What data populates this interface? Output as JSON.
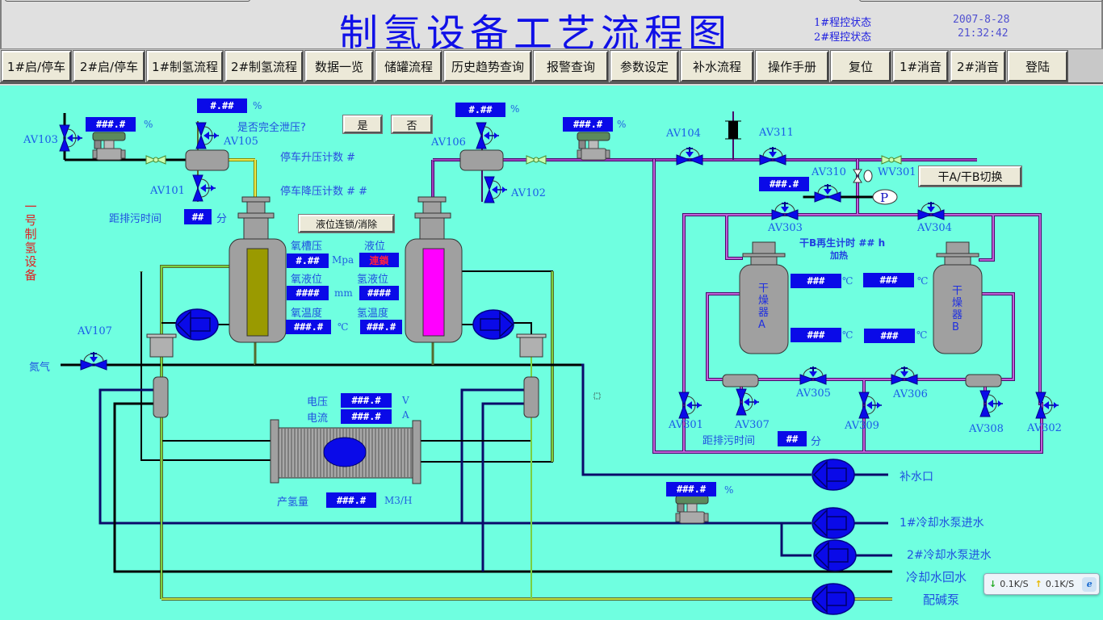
{
  "header": {
    "title": "制氢设备工艺流程图",
    "status_1": "1#程控状态",
    "status_2": "2#程控状态",
    "date": "2007-8-28",
    "time": "21:32:42"
  },
  "nav": [
    {
      "label": "1#启/停车"
    },
    {
      "label": "2#启/停车"
    },
    {
      "label": "1#制氢流程"
    },
    {
      "label": "2#制氢流程"
    },
    {
      "label": "数据一览"
    },
    {
      "label": "储罐流程"
    },
    {
      "label": "历史趋势查询"
    },
    {
      "label": "报警查询"
    },
    {
      "label": "参数设定"
    },
    {
      "label": "补水流程"
    },
    {
      "label": "操作手册"
    },
    {
      "label": "复位"
    },
    {
      "label": "1#消音"
    },
    {
      "label": "2#消音"
    },
    {
      "label": "登陆"
    }
  ],
  "process": {
    "equipment_label": "一号制氢设备",
    "valves": {
      "av103": "AV103",
      "av105": "AV105",
      "av101": "AV101",
      "av106": "AV106",
      "av102": "AV102",
      "av104": "AV104",
      "av311": "AV311",
      "av310": "AV310",
      "wv301": "WV301",
      "av303": "AV303",
      "av304": "AV304",
      "av107": "AV107",
      "av301": "AV301",
      "av307": "AV307",
      "av305": "AV305",
      "av309": "AV309",
      "av306": "AV306",
      "av308": "AV308",
      "av302": "AV302"
    },
    "displays": {
      "valve_left_pct": "###.#",
      "o2_sep_pct": "#.##",
      "h2_sep_pct": "#.##",
      "valve_right_pct": "###.#",
      "dryer_pressure": "###.#",
      "drain_time_left": "##",
      "tank_pressure": "#.##",
      "level_status": "連鎖",
      "o2_level": "####",
      "h2_level": "####",
      "o2_temp": "###.#",
      "h2_temp": "###.#",
      "voltage": "###.#",
      "current": "###.#",
      "h2_output": "###.#",
      "dryer_a_temp_top": "###",
      "dryer_b_temp_top": "###",
      "dryer_a_temp_bot": "###",
      "dryer_b_temp_bot": "###",
      "drain_time_right": "##",
      "cooling_valve_pct": "###.#"
    },
    "units": {
      "pct": "%",
      "mpa": "Mpa",
      "mm": "mm",
      "celsius": "℃",
      "volt": "V",
      "amp": "A",
      "flow": "M3/H",
      "minute": "分"
    },
    "labels": {
      "full_release_q": "是否完全泄压?",
      "yes": "是",
      "no": "否",
      "stop_pressurize_count": "停车升压计数 #",
      "stop_depressurize_count": "停车降压计数 # #",
      "level_interlock_clear": "液位连锁/消除",
      "drain_time": "距排污时间",
      "tank_pressure_label": "氧槽压",
      "level_label": "液位",
      "o2_level_label": "氧液位",
      "h2_level_label": "氢液位",
      "o2_temp_label": "氧温度",
      "h2_temp_label": "氢温度",
      "nitrogen": "氮气",
      "voltage_label": "电压",
      "current_label": "电流",
      "h2_output_label": "产氢量",
      "dryer_switch": "干A/干B切换",
      "regen_time": "干B再生计时 ## h",
      "regen_sub": "加热",
      "dryer_a": "干燥器A",
      "dryer_b": "干燥器B",
      "makeup_water": "补水口",
      "pump1_in": "1#冷却水泵进水",
      "pump2_in": "2#冷却水泵进水",
      "cooling_return": "冷却水回水",
      "alkali_pump": "配碱泵",
      "pump_p": "P"
    }
  },
  "tray": {
    "down_speed": "0.1K/S",
    "up_speed": "0.1K/S"
  }
}
